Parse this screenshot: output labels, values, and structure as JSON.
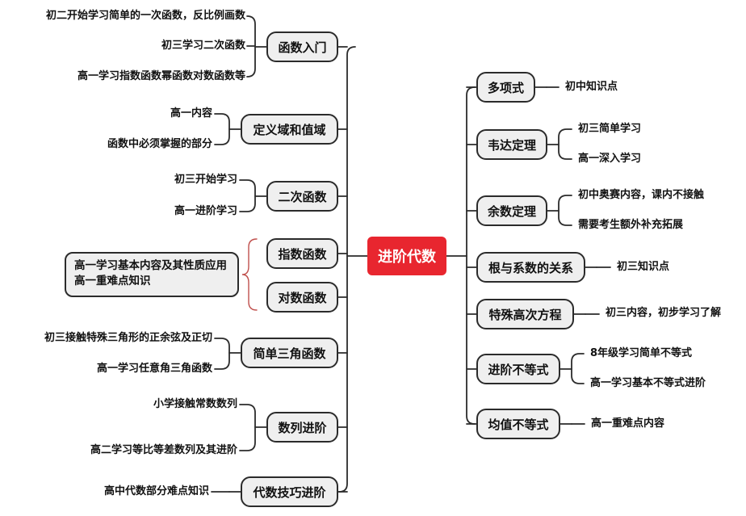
{
  "root": {
    "label": "进阶代数",
    "color": "#e8262f"
  },
  "left": [
    {
      "label": "函数入门",
      "leaves": [
        "初二开始学习简单的一次函数，反比例画数",
        "初三学习二次函数",
        "高一学习指数函数幂函数对数函数等"
      ]
    },
    {
      "label": "定义域和值域",
      "leaves": [
        "高一内容",
        "函数中必须掌握的部分"
      ]
    },
    {
      "label": "二次函数",
      "leaves": [
        "初三开始学习",
        "高一进阶学习"
      ]
    },
    {
      "label": "指数函数",
      "leaves": []
    },
    {
      "label": "对数函数",
      "leaves": []
    },
    {
      "label": "简单三角函数",
      "leaves": [
        "初三接触特殊三角形的正余弦及正切",
        "高一学习任意角三角函数"
      ]
    },
    {
      "label": "数列进阶",
      "leaves": [
        "小学接触常数数列",
        "高二学习等比等差数列及其进阶"
      ]
    },
    {
      "label": "代数技巧进阶",
      "leaves": [
        "高中代数部分难点知识"
      ]
    }
  ],
  "shared_note": {
    "lines": [
      "高一学习基本内容及其性质应用",
      "高一重难点知识"
    ],
    "bracket_color": "#c0504d"
  },
  "right": [
    {
      "label": "多项式",
      "leaves": [
        "初中知识点"
      ]
    },
    {
      "label": "韦达定理",
      "leaves": [
        "初三简单学习",
        "高一深入学习"
      ]
    },
    {
      "label": "余数定理",
      "leaves": [
        "初中奥赛内容，课内不接触",
        "需要考生额外补充拓展"
      ]
    },
    {
      "label": "根与系数的关系",
      "leaves": [
        "初三知识点"
      ]
    },
    {
      "label": "特殊高次方程",
      "leaves": [
        "初三内容，初步学习了解"
      ]
    },
    {
      "label": "进阶不等式",
      "leaves": [
        "8年级学习简单不等式",
        "高一学习基本不等式进阶"
      ]
    },
    {
      "label": "均值不等式",
      "leaves": [
        "高一重难点内容"
      ]
    }
  ]
}
